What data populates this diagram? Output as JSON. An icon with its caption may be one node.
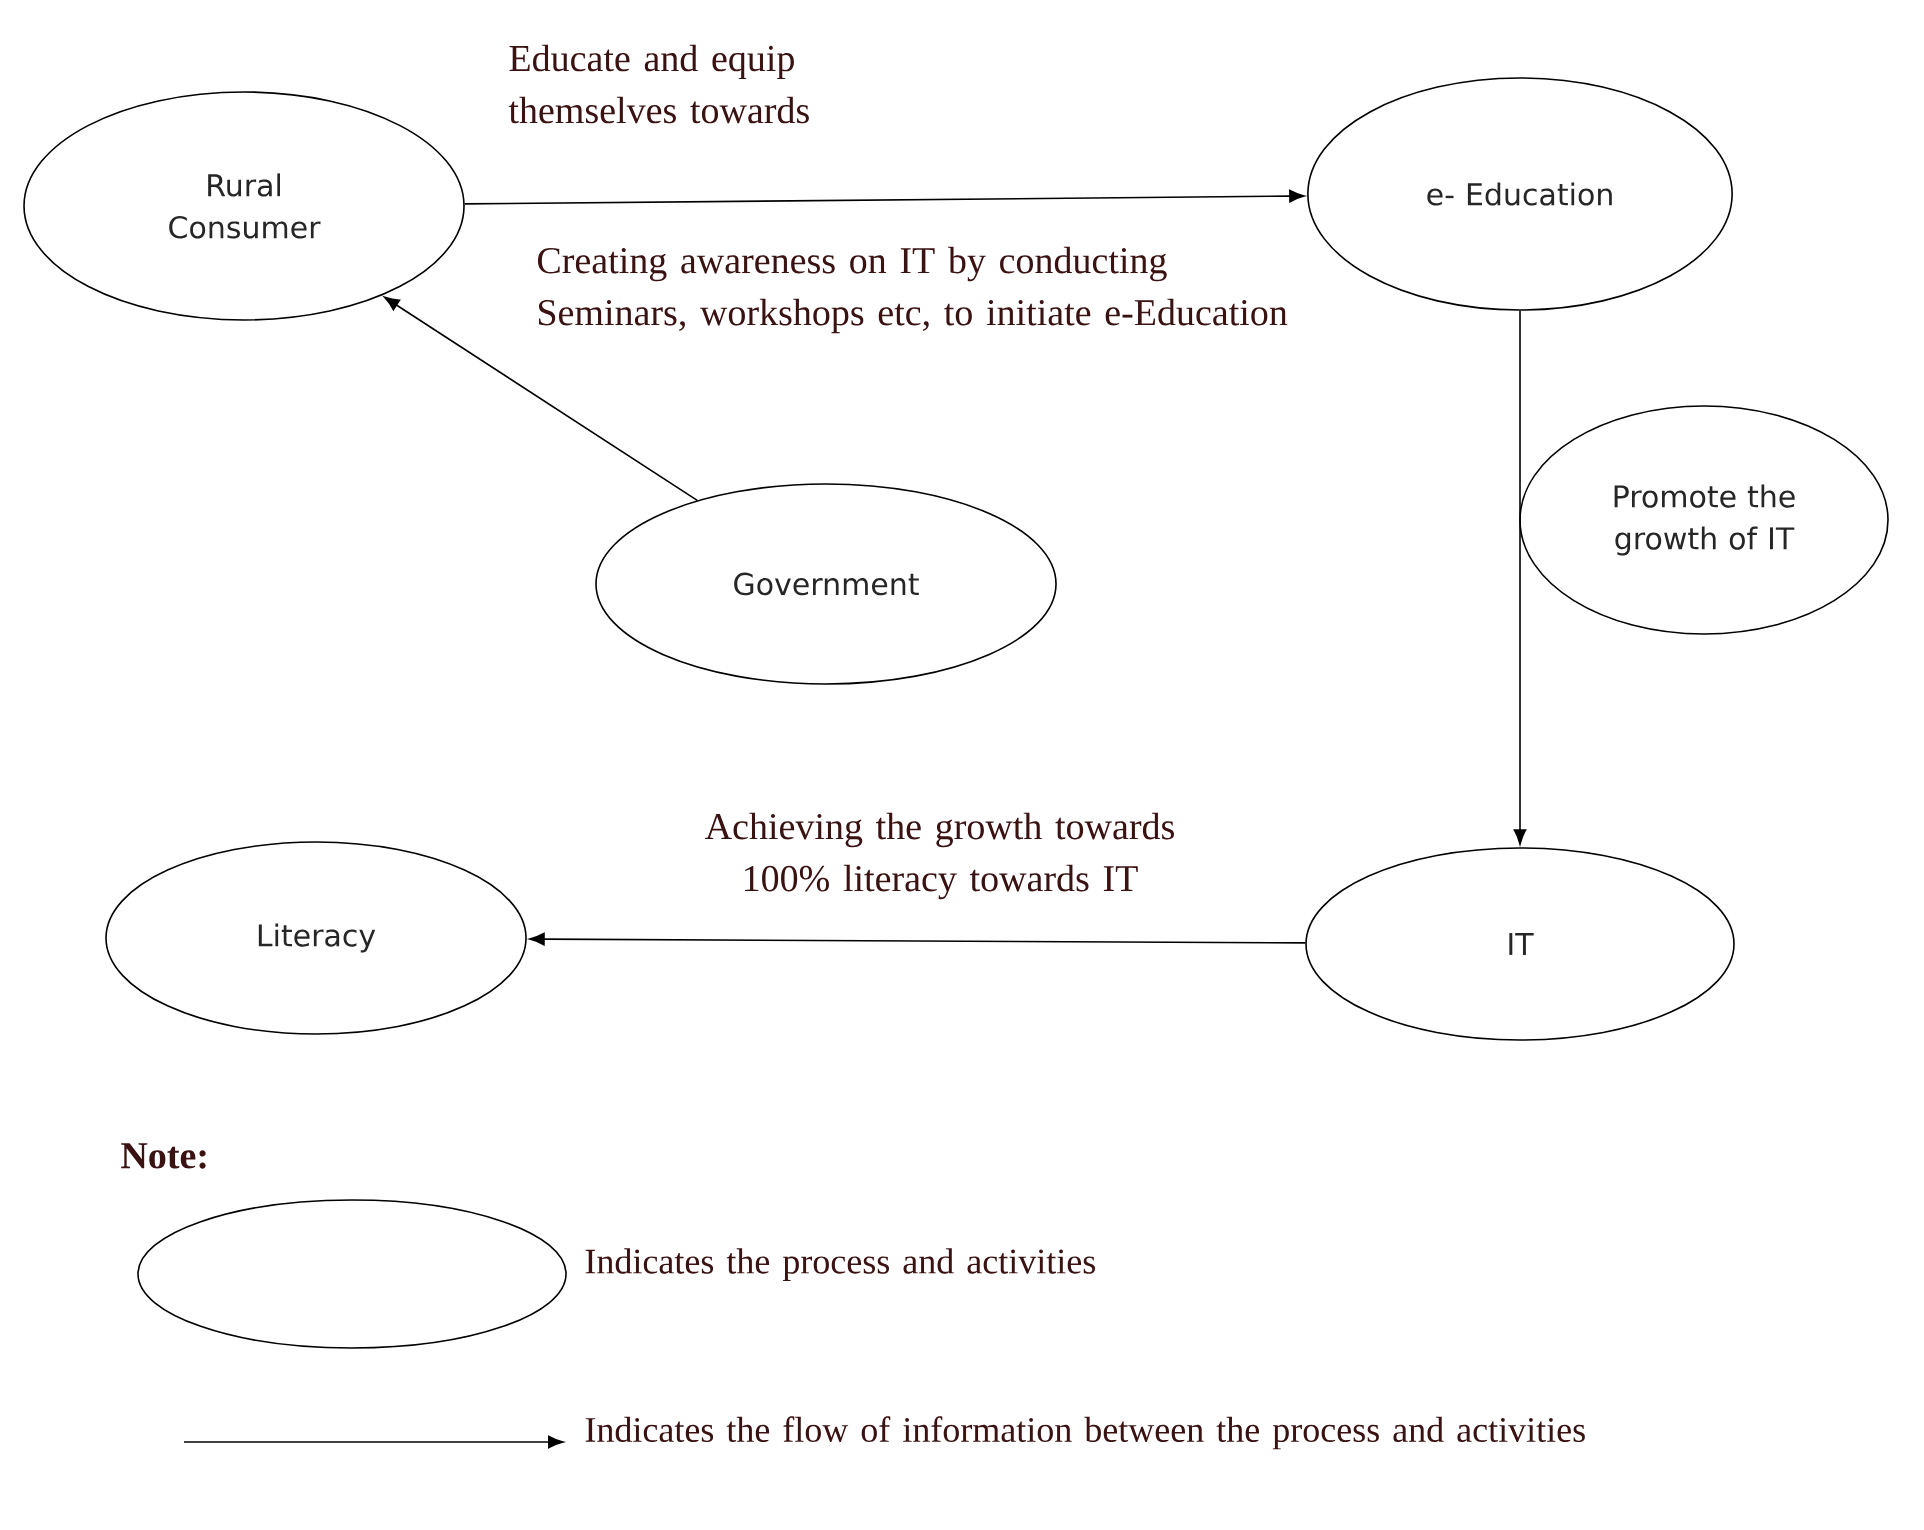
{
  "diagram": {
    "nodes": [
      {
        "text": [
          "Rural Consumer"
        ]
      },
      {
        "text": [
          "e- Education"
        ]
      },
      {
        "text": [
          "Government"
        ]
      },
      {
        "text": [
          "Promote the growth of IT"
        ]
      },
      {
        "text": [
          "IT"
        ]
      },
      {
        "text": [
          "Literacy"
        ]
      }
    ],
    "edges": [
      {
        "from": 0,
        "to": 1,
        "arrow": "to",
        "label": "Educate and equip themselves towards"
      },
      {
        "from": 2,
        "to": 0,
        "arrow": "to"
      },
      {
        "from": 1,
        "to": 4,
        "arrow": "to"
      },
      {
        "from": 4,
        "to": 5,
        "arrow": "to",
        "label": "Achieving the growth towards 100% literacy towards IT"
      }
    ],
    "labels": [
      "Creating awareness on IT by conducting Seminars, workshops etc, to initiate e-Education",
      "Note:"
    ],
    "legend": [
      {
        "text": "Indicates the process and activities"
      },
      {
        "text": "Indicates the flow of information between the process and activities"
      }
    ]
  }
}
